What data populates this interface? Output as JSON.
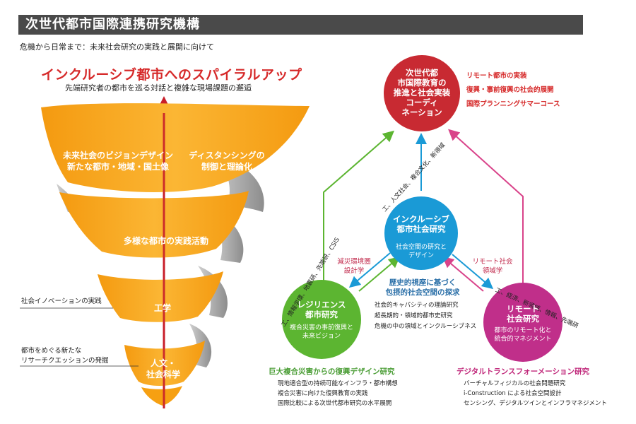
{
  "header": {
    "title": "次世代都市国際連携研究機構",
    "subtitle": "危機から日常まで：未来社会研究の実践と展開に向けて"
  },
  "spiral": {
    "heading": "インクルーシブ都市へのスパイラルアップ",
    "subheading": "先端研究者の都市を巡る対話と複雑な現場課題の邂逅",
    "band1_left": [
      "未来社会のビジョンデザイン",
      "新たな都市・地域・国土像"
    ],
    "band1_right": [
      "ディスタンシングの",
      "制御と理論化"
    ],
    "band2": "多様な都市の実践活動",
    "band3": "工学",
    "band4": [
      "人文・",
      "社会科学"
    ],
    "note1": "社会イノベーションの実践",
    "note2": [
      "都市をめぐる新たな",
      "リサーチクエッションの発掘"
    ]
  },
  "top_node": {
    "lines": [
      "次世代都",
      "市国際教育の",
      "推進と社会実装",
      "コーディ",
      "ネーション"
    ],
    "items": [
      "リモート都市の実装",
      "復興・事前復興の社会的展開",
      "国際プランニングサマーコース"
    ],
    "color": "#c82a32"
  },
  "center_node": {
    "title": [
      "インクルーシブ",
      "都市社会研究"
    ],
    "sub": [
      "社会空間の研究と",
      "デザイン"
    ],
    "arc": "工、人文社会、複合文化、新領域",
    "color": "#1a9ad6"
  },
  "left_node": {
    "title": [
      "レジリエンス",
      "都市研究"
    ],
    "sub": [
      "複合災害の事前復興と",
      "未来ビジョン"
    ],
    "arc": "工、情報学環、地震研、先端研、CSIS",
    "color": "#5cb531",
    "bottom_heading": "巨大複合災害からの復興デザイン研究",
    "bottom_items": [
      "現地適合型の持続可能なインフラ・都市構想",
      "複合災害に向けた復興教育の実践",
      "国際比較による次世代都市研究の水平展開"
    ]
  },
  "right_node": {
    "title": [
      "リモート",
      "社会研究"
    ],
    "sub": [
      "都市のリモート化と",
      "統合的マネジメント"
    ],
    "arc": "工、経済、新領域、情報、先端研",
    "color": "#c02f8a",
    "bottom_heading": "デジタルトランスフォーメーション研究",
    "bottom_items": [
      "バーチャルフィジカルの社会問題研究",
      "i-Construction による社会空間設計",
      "センシング、デジタルツインとインフラマネジメント"
    ]
  },
  "arrow_labels": {
    "left": [
      "減災環境圏",
      "設計学"
    ],
    "right": [
      "リモート社会",
      "領域学"
    ]
  },
  "center_text": {
    "heading": [
      "歴史的視座に基づく",
      "包摂的社会空間の探求"
    ],
    "items": [
      "社会的キャパシティの理論研究",
      "超長期的・領域的都市史研究",
      "危機の中の領域とインクルーシブネス"
    ]
  },
  "colors": {
    "cone_orange": "#f7a51c",
    "cone_grey": "#a9a9a9",
    "axis_red": "#c81e2a",
    "arrow_green": "#5cb531",
    "arrow_blue": "#1a9ad6",
    "arrow_pink": "#d9438a"
  }
}
